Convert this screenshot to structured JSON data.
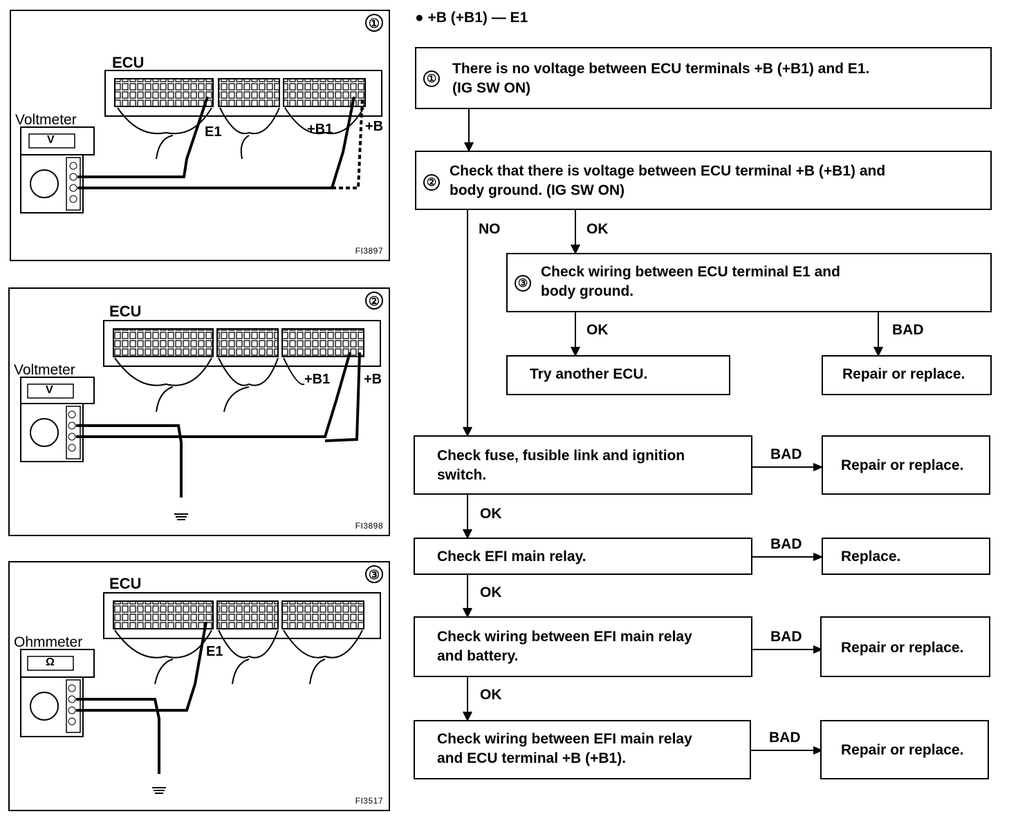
{
  "header": {
    "title": "+B (+B1) — E1"
  },
  "panels": [
    {
      "num": "①",
      "ecu": "ECU",
      "meter": "Voltmeter",
      "meter_symbol": "V",
      "fig": "FI3897",
      "probe_labels": [
        "E1",
        "+B1",
        "+B"
      ]
    },
    {
      "num": "②",
      "ecu": "ECU",
      "meter": "Voltmeter",
      "meter_symbol": "V",
      "fig": "FI3898",
      "probe_labels": [
        "+B1",
        "+B"
      ]
    },
    {
      "num": "③",
      "ecu": "ECU",
      "meter": "Ohmmeter",
      "meter_symbol": "Ω",
      "fig": "FI3517",
      "probe_labels": [
        "E1"
      ]
    }
  ],
  "flow": {
    "step1": {
      "num": "①",
      "line1": "There is no voltage between ECU terminals +B (+B1) and E1.",
      "line2": "(IG SW ON)"
    },
    "step2": {
      "num": "②",
      "line1": "Check that there is voltage between ECU terminal +B (+B1) and",
      "line2": "body ground. (IG SW ON)"
    },
    "step3": {
      "num": "③",
      "line1": "Check wiring between ECU terminal E1 and",
      "line2": "body ground."
    },
    "try_ecu": "Try another ECU.",
    "repair1": "Repair or replace.",
    "check_fuse": {
      "line1": "Check fuse, fusible link and ignition",
      "line2": "switch."
    },
    "repair2": "Repair or replace.",
    "check_relay": "Check EFI main relay.",
    "replace": "Replace.",
    "check_wiring_batt": {
      "line1": "Check wiring between EFI main relay",
      "line2": "and battery."
    },
    "repair3": "Repair or replace.",
    "check_wiring_ecu": {
      "line1": "Check wiring between EFI main relay",
      "line2": "and ECU terminal +B (+B1)."
    },
    "repair4": "Repair or replace.",
    "labels": {
      "no": "NO",
      "ok": "OK",
      "bad": "BAD"
    }
  }
}
